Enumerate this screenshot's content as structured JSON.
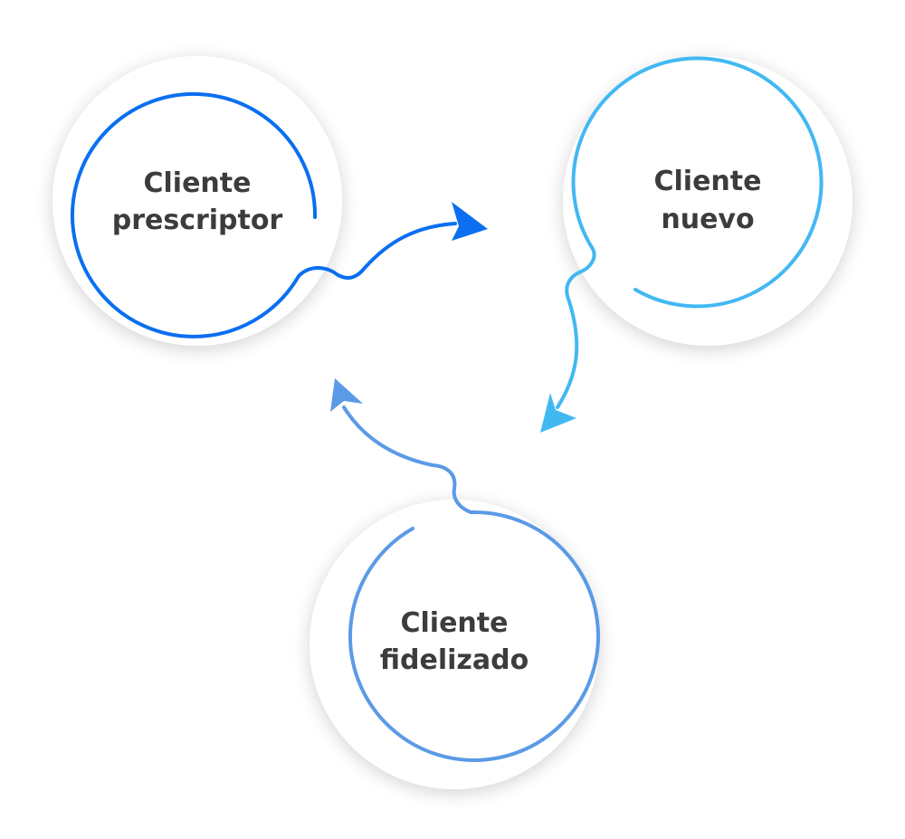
{
  "nodes": [
    {
      "id": "prescriptor",
      "line1": "Cliente",
      "line2": "prescriptor",
      "color": "#0a6ff0"
    },
    {
      "id": "nuevo",
      "line1": "Cliente",
      "line2": "nuevo",
      "color": "#42b8f3"
    },
    {
      "id": "fidelizado",
      "line1": "Cliente",
      "line2": "fidelizado",
      "color": "#5b9ae6"
    }
  ],
  "cycle_order": [
    "Cliente prescriptor",
    "Cliente nuevo",
    "Cliente fidelizado"
  ],
  "shadow_color": "#e6e6e6"
}
